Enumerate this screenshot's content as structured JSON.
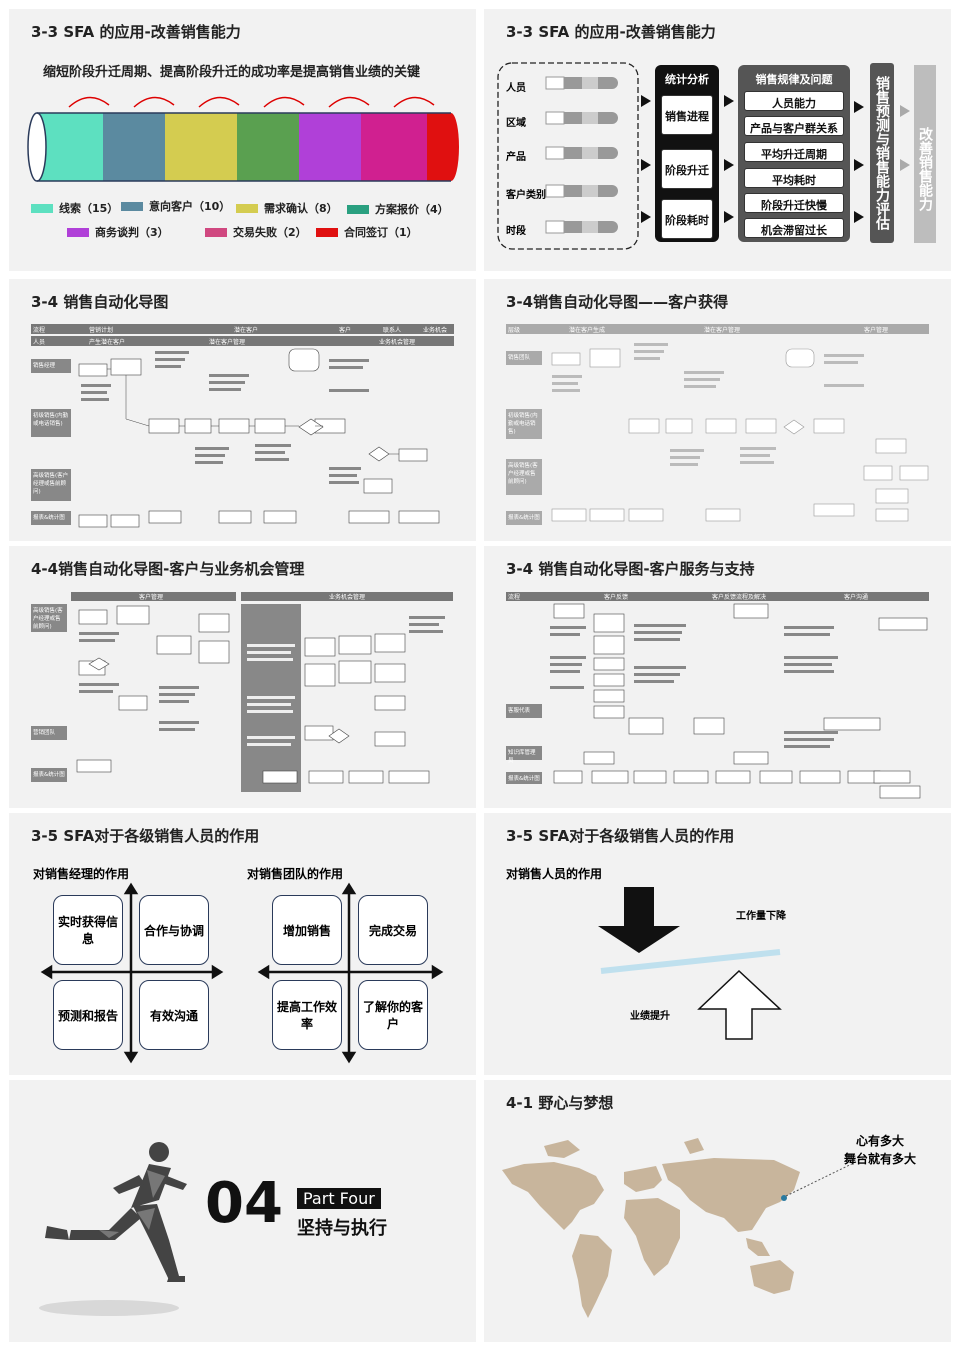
{
  "slide1": {
    "title": "3-3 SFA 的应用-改善销售能力",
    "subtitle": "缩短阶段升迁周期、提高阶段升迁的成功率是提高销售业绩的关键",
    "legend": [
      {
        "label": "线索（15）",
        "color": "#5de0c0"
      },
      {
        "label": "意向客户（10）",
        "color": "#5b8aa0"
      },
      {
        "label": "需求确认（8）",
        "color": "#d4cc50"
      },
      {
        "label": "方案报价（4）",
        "color": "#2aa080"
      },
      {
        "label": "商务谈判（3）",
        "color": "#b040d8"
      },
      {
        "label": "交易失败（2）",
        "color": "#d04880"
      },
      {
        "label": "合同签订（1）",
        "color": "#e01010"
      }
    ]
  },
  "slide2": {
    "title": "3-3 SFA 的应用-改善销售能力",
    "dims": [
      "人员",
      "区域",
      "产品",
      "客户类别",
      "时段"
    ],
    "stat_title": "统计分析",
    "stats": [
      "销售进程",
      "阶段升迁",
      "阶段耗时"
    ],
    "rules_title": "销售规律及问题",
    "rules": [
      "人员能力",
      "产品与客户群关系",
      "平均升迁周期",
      "平均耗时",
      "阶段升迁快慢",
      "机会滞留过长"
    ],
    "eval": "销售预测与销售能力评估",
    "improve": "改善销售能力"
  },
  "slide3": {
    "title": "3-4 销售自动化导图",
    "header_cells": [
      "流程",
      "营销计划",
      "潜在客户",
      "客户",
      "联系人",
      "业务机会"
    ],
    "header_row2": [
      "人员",
      "产生潜在客户",
      "潜在客户管理",
      "业务机会管理"
    ],
    "lanes": [
      "销售经理",
      "初级销售(内勤或电话销售)",
      "高级销售(客户经理或售前顾问)",
      "报表&统计图"
    ]
  },
  "slide4": {
    "title": "3-4销售自动化导图——客户获得",
    "header_cells": [
      "层级",
      "潜在客户生成",
      "潜在客户管理",
      "客户管理"
    ],
    "lanes": [
      "销售团队",
      "初级销售(内勤或电话销售)",
      "高级销售(客户经理或售前顾问)",
      "报表&统计图"
    ]
  },
  "slide5": {
    "title": "4-4销售自动化导图-客户与业务机会管理",
    "header_cells": [
      "客户管理",
      "业务机会管理"
    ],
    "lanes": [
      "高级销售(客户经理或售前顾问)",
      "营销团队",
      "报表&统计图"
    ]
  },
  "slide6": {
    "title": "3-4 销售自动化导图-客户服务与支持",
    "header_cells": [
      "流程",
      "客户反馈",
      "客户反馈流程及解决",
      "客户沟通"
    ],
    "lanes": [
      "客服代表",
      "知识库管理员",
      "报表&统计图"
    ]
  },
  "slide7": {
    "title": "3-5 SFA对于各级销售人员的作用",
    "left_heading": "对销售经理的作用",
    "left_quads": [
      "实时获得信息",
      "合作与协调",
      "预测和报告",
      "有效沟通"
    ],
    "right_heading": "对销售团队的作用",
    "right_quads": [
      "增加销售",
      "完成交易",
      "提高工作效率",
      "了解你的客户"
    ]
  },
  "slide8": {
    "title": "3-5 SFA对于各级销售人员的作用",
    "heading": "对销售人员的作用",
    "down_label": "工作量下降",
    "up_label": "业绩提升"
  },
  "slide9": {
    "number": "04",
    "part": "Part Four",
    "subtitle": "坚持与执行"
  },
  "slide10": {
    "title": "4-1 野心与梦想",
    "quote_line1": "心有多大",
    "quote_line2": "舞台就有多大"
  }
}
